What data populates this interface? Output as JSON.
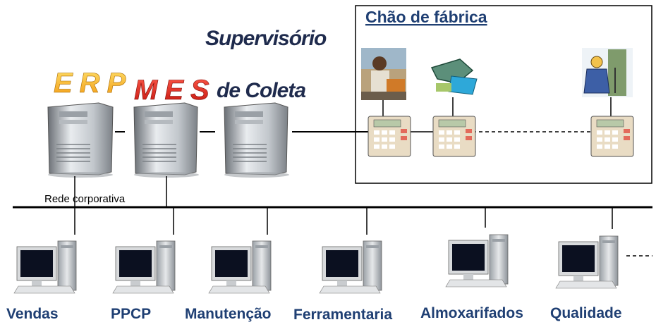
{
  "title": {
    "erp": "ERP",
    "mes": "MES",
    "supervisorio_line1": "Supervisório",
    "supervisorio_line2": "de Coleta"
  },
  "network_label": "Rede corporativa",
  "shop_floor": {
    "title": "Chão de fábrica"
  },
  "workstations": [
    {
      "label": "Vendas"
    },
    {
      "label": "PPCP"
    },
    {
      "label": "Manutenção"
    },
    {
      "label": "Ferramentaria"
    },
    {
      "label": "Almoxarifados"
    },
    {
      "label": "Qualidade"
    }
  ],
  "colors": {
    "label_blue": "#1f3f73",
    "erp_yellow": "#f7c21a",
    "mes_red": "#e0261f",
    "network_line": "#000000"
  }
}
